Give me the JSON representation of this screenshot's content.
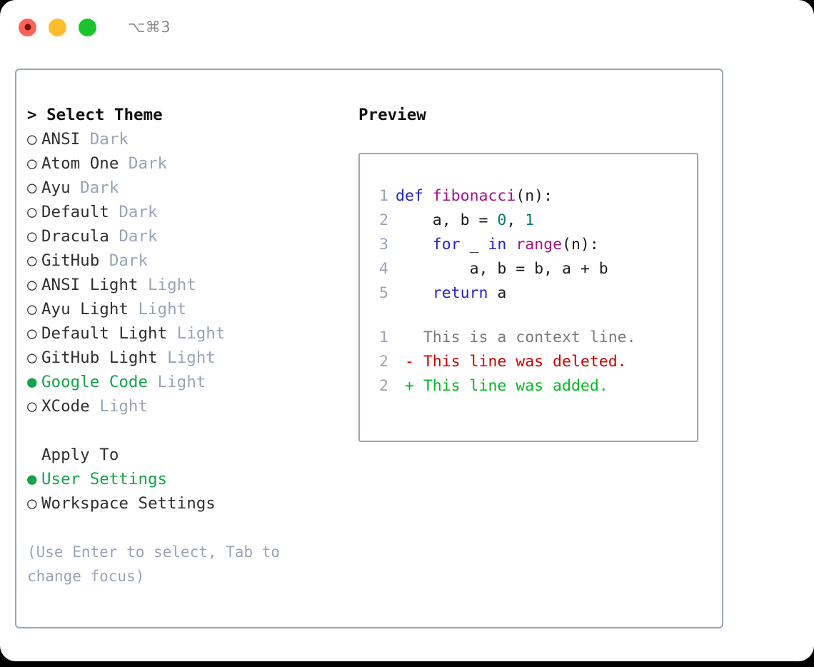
{
  "window": {
    "shortcut": "⌥⌘3",
    "traffic_lights": [
      "close",
      "minimize",
      "maximize"
    ],
    "colors": {
      "close": "#ff6058",
      "minimize": "#ffbd2e",
      "maximize": "#1dc22f",
      "border": "#9aa5b8",
      "selected_green": "#16a34a",
      "muted": "#9aa4b4"
    }
  },
  "theme_list": {
    "header": "> Select Theme",
    "selected_bullet": "●",
    "unselected_bullet": "○",
    "items": [
      {
        "bullet": "○",
        "label": "ANSI",
        "kind": "Dark",
        "selected": false
      },
      {
        "bullet": "○",
        "label": "Atom One",
        "kind": "Dark",
        "selected": false
      },
      {
        "bullet": "○",
        "label": "Ayu",
        "kind": "Dark",
        "selected": false
      },
      {
        "bullet": "○",
        "label": "Default",
        "kind": "Dark",
        "selected": false
      },
      {
        "bullet": "○",
        "label": "Dracula",
        "kind": "Dark",
        "selected": false
      },
      {
        "bullet": "○",
        "label": "GitHub",
        "kind": "Dark",
        "selected": false
      },
      {
        "bullet": "○",
        "label": "ANSI Light",
        "kind": "Light",
        "selected": false
      },
      {
        "bullet": "○",
        "label": "Ayu Light",
        "kind": "Light",
        "selected": false
      },
      {
        "bullet": "○",
        "label": "Default Light",
        "kind": "Light",
        "selected": false
      },
      {
        "bullet": "○",
        "label": "GitHub Light",
        "kind": "Light",
        "selected": false
      },
      {
        "bullet": "●",
        "label": "Google Code",
        "kind": "Light",
        "selected": true
      },
      {
        "bullet": "○",
        "label": "XCode",
        "kind": "Light",
        "selected": false
      }
    ]
  },
  "apply_to": {
    "header": "Apply To",
    "items": [
      {
        "bullet": "●",
        "label": "User Settings",
        "selected": true
      },
      {
        "bullet": "○",
        "label": "Workspace Settings",
        "selected": false
      }
    ]
  },
  "hint": "(Use Enter to select, Tab to change focus)",
  "preview": {
    "title": "Preview",
    "code_lines": [
      {
        "num": "1",
        "indent": "",
        "tokens": [
          {
            "t": "def",
            "c": "kw"
          },
          {
            "t": " ",
            "c": "pl"
          },
          {
            "t": "fibonacci",
            "c": "fn"
          },
          {
            "t": "(n):",
            "c": "pl"
          }
        ]
      },
      {
        "num": "2",
        "indent": "    ",
        "tokens": [
          {
            "t": "a, b = ",
            "c": "pl"
          },
          {
            "t": "0",
            "c": "num"
          },
          {
            "t": ", ",
            "c": "pl"
          },
          {
            "t": "1",
            "c": "num"
          }
        ]
      },
      {
        "num": "3",
        "indent": "    ",
        "tokens": [
          {
            "t": "for",
            "c": "kw"
          },
          {
            "t": " _ ",
            "c": "pl"
          },
          {
            "t": "in",
            "c": "kw"
          },
          {
            "t": " ",
            "c": "pl"
          },
          {
            "t": "range",
            "c": "fn"
          },
          {
            "t": "(n):",
            "c": "pl"
          }
        ]
      },
      {
        "num": "4",
        "indent": "        ",
        "tokens": [
          {
            "t": "a, b = b, a + b",
            "c": "pl"
          }
        ]
      },
      {
        "num": "5",
        "indent": "    ",
        "tokens": [
          {
            "t": "return",
            "c": "kw"
          },
          {
            "t": " a",
            "c": "pl"
          }
        ]
      }
    ],
    "diff_lines": [
      {
        "num": "1",
        "marker": "  ",
        "text": "This is a context line.",
        "kind": "ctx"
      },
      {
        "num": "2",
        "marker": "- ",
        "text": "This line was deleted.",
        "kind": "del"
      },
      {
        "num": "2",
        "marker": "+ ",
        "text": "This line was added.",
        "kind": "add"
      }
    ]
  }
}
